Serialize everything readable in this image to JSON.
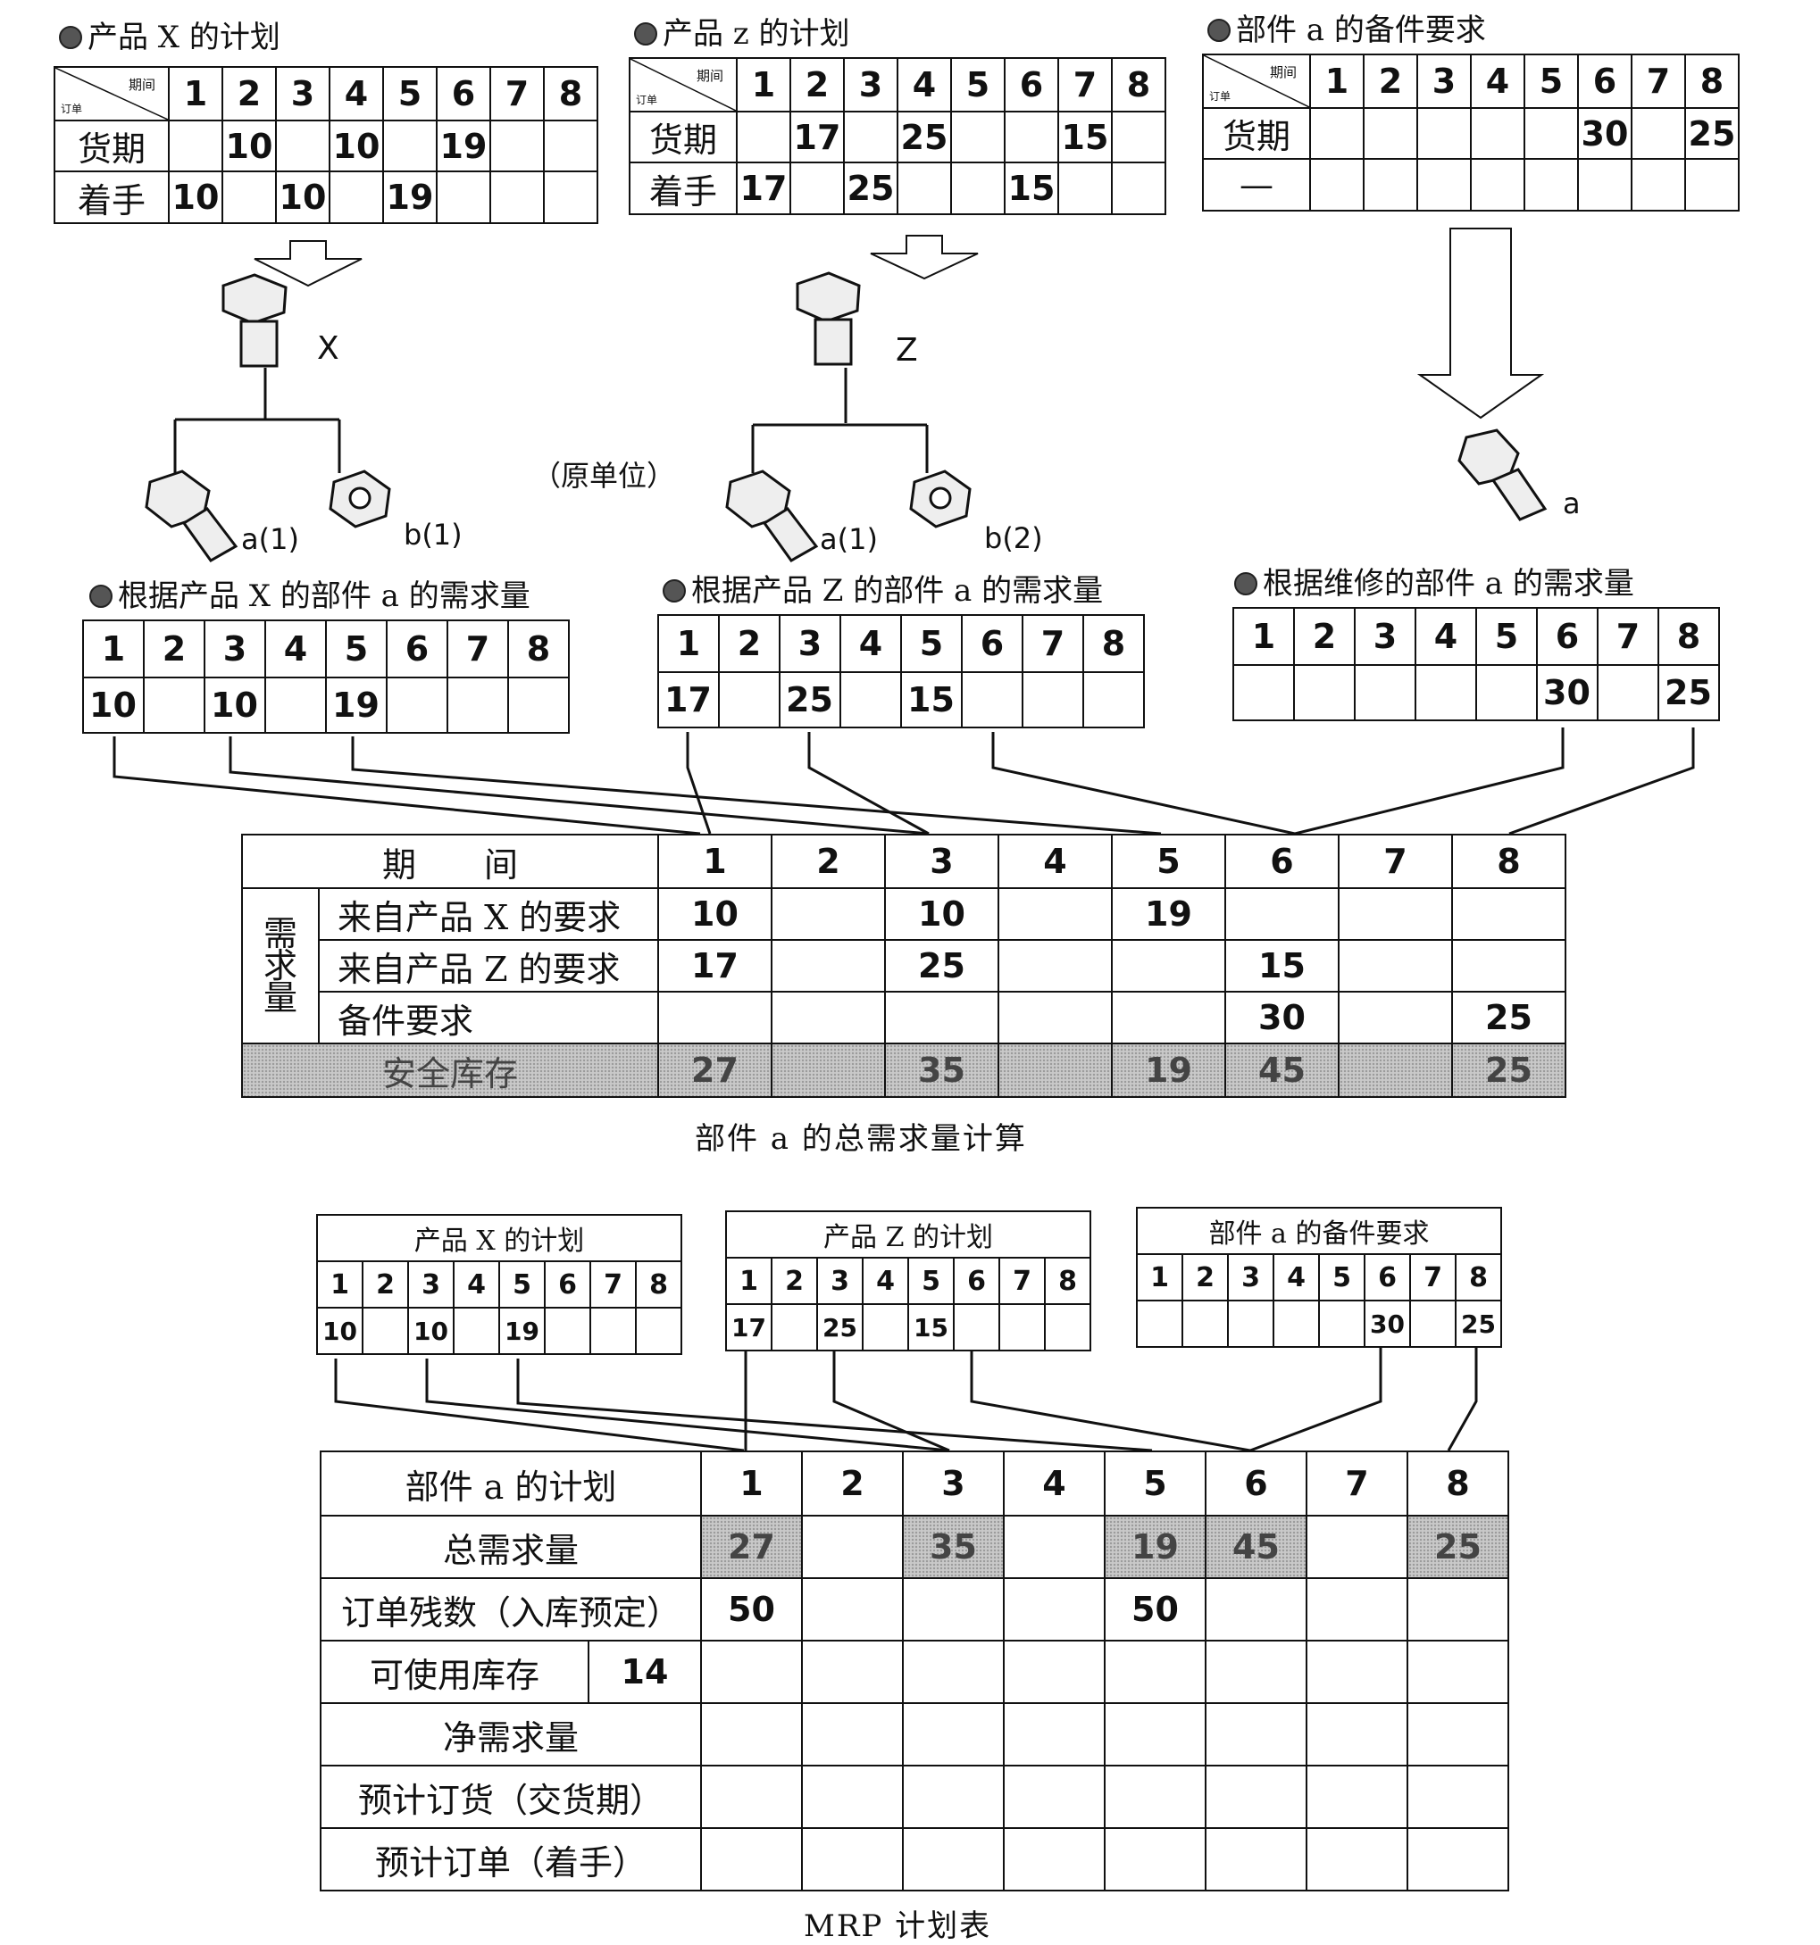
{
  "plans": [
    {
      "title": "产品 X 的计划",
      "hdr_period": "期间",
      "hdr_order": "订单",
      "row1": "货期",
      "row2": "着手",
      "periods": [
        "1",
        "2",
        "3",
        "4",
        "5",
        "6",
        "7",
        "8"
      ],
      "delivery": [
        "",
        "10",
        "",
        "10",
        "",
        "19",
        "",
        ""
      ],
      "start": [
        "10",
        "",
        "10",
        "",
        "19",
        "",
        "",
        ""
      ]
    },
    {
      "title": "产品 z 的计划",
      "hdr_period": "期间",
      "hdr_order": "订单",
      "row1": "货期",
      "row2": "着手",
      "periods": [
        "1",
        "2",
        "3",
        "4",
        "5",
        "6",
        "7",
        "8"
      ],
      "delivery": [
        "",
        "17",
        "",
        "25",
        "",
        "",
        "15",
        ""
      ],
      "start": [
        "17",
        "",
        "25",
        "",
        "",
        "15",
        "",
        ""
      ]
    },
    {
      "title": "部件 a 的备件要求",
      "hdr_period": "期间",
      "hdr_order": "订单",
      "row1": "货期",
      "row2": "—",
      "periods": [
        "1",
        "2",
        "3",
        "4",
        "5",
        "6",
        "7",
        "8"
      ],
      "delivery": [
        "",
        "",
        "",
        "",
        "",
        "30",
        "",
        "25"
      ],
      "start": [
        "",
        "",
        "",
        "",
        "",
        "",
        "",
        ""
      ]
    }
  ],
  "bom": {
    "x_label": "X",
    "z_label": "Z",
    "a_label": "a",
    "x_children": [
      "a(1)",
      "b(1)"
    ],
    "z_children": [
      "a(1)",
      "b(2)"
    ],
    "unit_note": "（原单位）"
  },
  "demand": [
    {
      "title": "根据产品 X 的部件 a 的需求量",
      "periods": [
        "1",
        "2",
        "3",
        "4",
        "5",
        "6",
        "7",
        "8"
      ],
      "values": [
        "10",
        "",
        "10",
        "",
        "19",
        "",
        "",
        ""
      ]
    },
    {
      "title": "根据产品 Z 的部件 a 的需求量",
      "periods": [
        "1",
        "2",
        "3",
        "4",
        "5",
        "6",
        "7",
        "8"
      ],
      "values": [
        "17",
        "",
        "25",
        "",
        "15",
        "",
        "",
        ""
      ]
    },
    {
      "title": "根据维修的部件 a 的需求量",
      "periods": [
        "1",
        "2",
        "3",
        "4",
        "5",
        "6",
        "7",
        "8"
      ],
      "values": [
        "",
        "",
        "",
        "",
        "",
        "30",
        "",
        "25"
      ]
    }
  ],
  "gross": {
    "period_label": "期　　间",
    "group_label": "需求量",
    "periods": [
      "1",
      "2",
      "3",
      "4",
      "5",
      "6",
      "7",
      "8"
    ],
    "rows": [
      {
        "label": "来自产品 X 的要求",
        "values": [
          "10",
          "",
          "10",
          "",
          "19",
          "",
          "",
          ""
        ]
      },
      {
        "label": "来自产品 Z 的要求",
        "values": [
          "17",
          "",
          "25",
          "",
          "",
          "15",
          "",
          ""
        ]
      },
      {
        "label": "备件要求",
        "values": [
          "",
          "",
          "",
          "",
          "",
          "30",
          "",
          "25"
        ]
      }
    ],
    "total_label": "安全库存",
    "total_values": [
      "27",
      "",
      "35",
      "",
      "19",
      "45",
      "",
      "25"
    ],
    "caption": "部件 a 的总需求量计算"
  },
  "small_plans": [
    {
      "title": "产品 X 的计划",
      "periods": [
        "1",
        "2",
        "3",
        "4",
        "5",
        "6",
        "7",
        "8"
      ],
      "values": [
        "10",
        "",
        "10",
        "",
        "19",
        "",
        "",
        ""
      ]
    },
    {
      "title": "产品 Z 的计划",
      "periods": [
        "1",
        "2",
        "3",
        "4",
        "5",
        "6",
        "7",
        "8"
      ],
      "values": [
        "17",
        "",
        "25",
        "",
        "15",
        "",
        "",
        ""
      ]
    },
    {
      "title": "部件 a 的备件要求",
      "periods": [
        "1",
        "2",
        "3",
        "4",
        "5",
        "6",
        "7",
        "8"
      ],
      "values": [
        "",
        "",
        "",
        "",
        "",
        "30",
        "",
        "25"
      ]
    }
  ],
  "mrp": {
    "head": "部件 a 的计划",
    "periods": [
      "1",
      "2",
      "3",
      "4",
      "5",
      "6",
      "7",
      "8"
    ],
    "rows": [
      {
        "label": "总需求量",
        "values": [
          "27",
          "",
          "35",
          "",
          "19",
          "45",
          "",
          "25"
        ]
      },
      {
        "label": "订单残数（入库预定）",
        "values": [
          "50",
          "",
          "",
          "",
          "50",
          "",
          "",
          ""
        ]
      },
      {
        "label": "可使用库存",
        "extra": "14",
        "values": [
          "",
          "",
          "",
          "",
          "",
          "",
          "",
          ""
        ]
      },
      {
        "label": "净需求量",
        "values": [
          "",
          "",
          "",
          "",
          "",
          "",
          "",
          ""
        ]
      },
      {
        "label": "预计订货（交货期）",
        "values": [
          "",
          "",
          "",
          "",
          "",
          "",
          "",
          ""
        ]
      },
      {
        "label": "预计订单（着手）",
        "values": [
          "",
          "",
          "",
          "",
          "",
          "",
          "",
          ""
        ]
      }
    ],
    "caption": "MRP 计划表"
  }
}
